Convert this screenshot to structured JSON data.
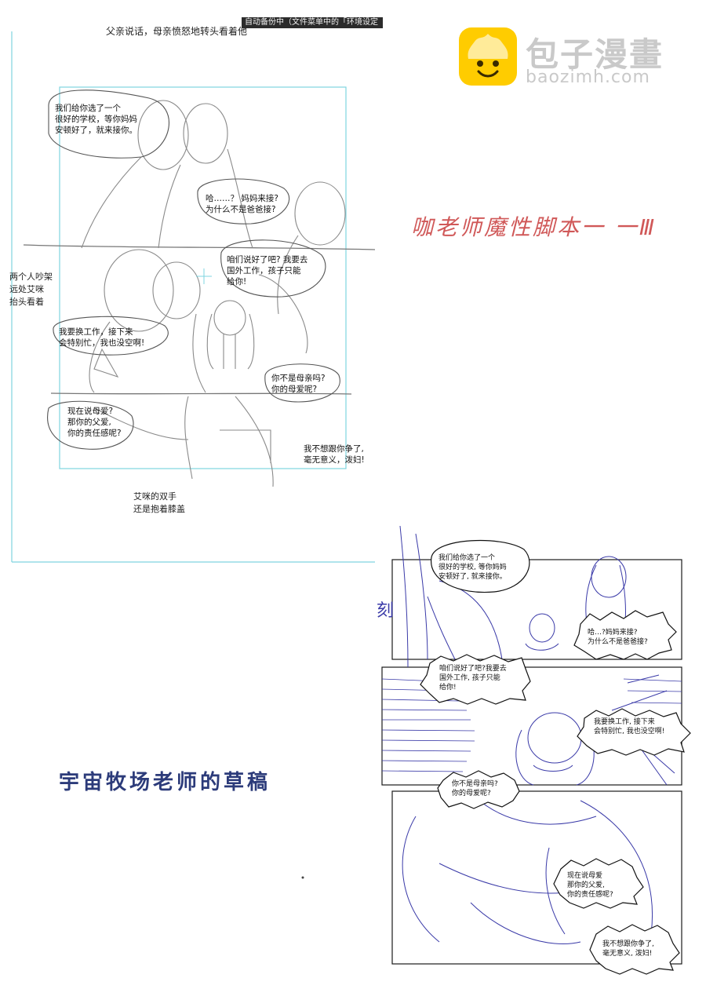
{
  "header": {
    "caption": "父亲说话，母亲愤怒地转头看着他",
    "autosave_text": "自动备份中（文件菜单中的「环境设定"
  },
  "watermark": {
    "title": "包子漫畫",
    "url": "baozimh.com"
  },
  "titles": {
    "red_title": "咖老师魔性脚本一 一Ⅲ",
    "blue_title": "宇宙牧场老师的草稿"
  },
  "rough": {
    "side_note_1": "两个人吵架\n远处艾咪\n抬头看着",
    "side_note_2": "艾咪的双手\n还是抱着膝盖",
    "b1": "我们给你选了一个\n很好的学校，等你妈妈\n安顿好了，就来接你。",
    "b2": "哈……？ 妈妈来接?\n为什么不是爸爸接?",
    "b3": "咱们说好了吧? 我要去\n国外工作，孩子只能\n给你!",
    "b4": "我要换工作，接下来\n会特别忙，我也没空啊!",
    "b5": "你不是母亲吗?\n你的母爱呢?",
    "b6": "现在说母爱?\n那你的父爱,\n你的责任感呢?",
    "b7": "我不想跟你争了,\n毫无意义，泼妇!"
  },
  "final": {
    "b1": "我们给你选了一个\n很好的学校, 等你妈妈\n安顿好了, 就来接你。",
    "b2": "哈…?妈妈来接?\n为什么不是爸爸接?",
    "b3": "咱们说好了吧?我要去\n国外工作, 孩子只能\n给你!",
    "b4": "我要换工作, 接下来\n会特别忙, 我也没空啊!",
    "b5": "你不是母亲吗?\n你的母爱呢?",
    "b6": "现在说母爱\n那你的父爱,\n你的责任感呢?",
    "b7": "我不想跟你争了,\n毫无意义, 泼妇!",
    "edge_sketch_text": "刻"
  },
  "colors": {
    "guide_cyan": "#7fd4e0",
    "sketch_gray": "#8a8a8a",
    "sketch_blue": "#3a3aa8",
    "red_title": "#d05858",
    "blue_title": "#2c3b7a",
    "logo_yellow": "#ffcc00"
  }
}
